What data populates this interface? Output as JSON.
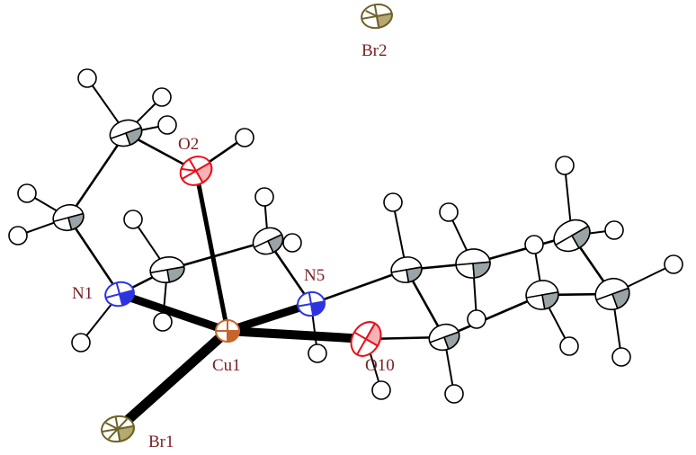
{
  "figure": {
    "title": "",
    "background": "#ffffff"
  },
  "colors": {
    "bond": "#000000",
    "ellipsoid_outline": "#000000",
    "carbon": "#9aa3a6",
    "hydrogen": "#ffffff",
    "oxygen": "#e8101a",
    "nitrogen": "#2b34e0",
    "copper": "#c8632a",
    "bromine": "#6e6228",
    "label": "#7a1f22"
  },
  "labels": {
    "br2": "Br2",
    "o2": "O2",
    "n1": "N1",
    "n5": "N5",
    "cu1": "Cu1",
    "o10": "O10",
    "br1": "Br1"
  },
  "elements": [
    "Cu",
    "Br",
    "O",
    "N",
    "C",
    "H"
  ]
}
